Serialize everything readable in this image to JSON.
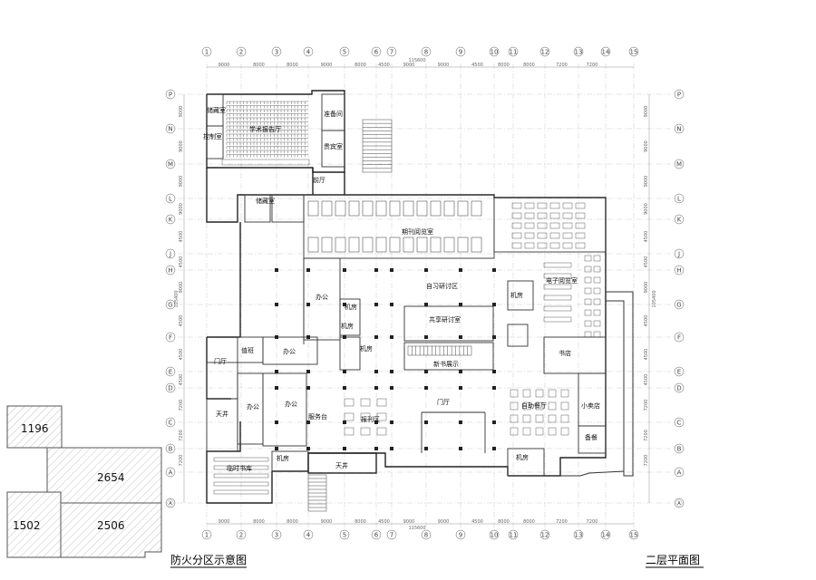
{
  "grid": {
    "columns": [
      "1",
      "2",
      "3",
      "4",
      "5",
      "6",
      "7",
      "8",
      "9",
      "10",
      "11",
      "12",
      "13",
      "14",
      "15"
    ],
    "rows": [
      "P",
      "N",
      "M",
      "L",
      "K",
      "J",
      "H",
      "G",
      "F",
      "E",
      "D",
      "C",
      "B",
      "A",
      "Ⓐ"
    ],
    "col_spacings": [
      "9000",
      "8000",
      "8000",
      "9000",
      "8000",
      "4500",
      "9000",
      "9000",
      "4500",
      "8000",
      "8000",
      "7200",
      "7200"
    ],
    "row_spacings": [
      "9000",
      "9000",
      "9000",
      "9000",
      "4500",
      "4500",
      "9000",
      "4500",
      "4500",
      "4500",
      "7200",
      "7200",
      "7200"
    ],
    "overall_width": "115600",
    "overall_depth": "105400"
  },
  "rooms": {
    "lecture_hall": "学术报告厅",
    "storage_1": "储藏室",
    "control": "控制室",
    "prep": "准备间",
    "vip": "贵宾室",
    "lobby_front": "前厅",
    "storage_2": "储藏室",
    "periodical": "期刊阅览室",
    "office_1": "办公",
    "office_2": "办公",
    "office_3": "办公",
    "office_4": "办公",
    "duty": "值班",
    "entry": "门厅",
    "machine_1": "机房",
    "machine_2": "机房",
    "machine_3": "机房",
    "machine_4": "机房",
    "machine_5": "机房",
    "machine_6": "机房",
    "study": "自习研讨区",
    "shared": "共享研讨室",
    "new_books": "新书展示",
    "main_hall": "门厅",
    "service_desk": "服务台",
    "reading": "报刊区",
    "elec_reading": "电子阅览室",
    "bookstore": "书店",
    "snack": "小卖店",
    "meal": "备餐",
    "buffet": "自助餐厅",
    "courtyard_1": "天井",
    "courtyard_2": "天井",
    "temp_books": "临时书库"
  },
  "fire_zones": {
    "values": [
      "1196",
      "2654",
      "1502",
      "2506"
    ],
    "title": "防火分区示意图"
  },
  "plan_title": "二层平面图"
}
